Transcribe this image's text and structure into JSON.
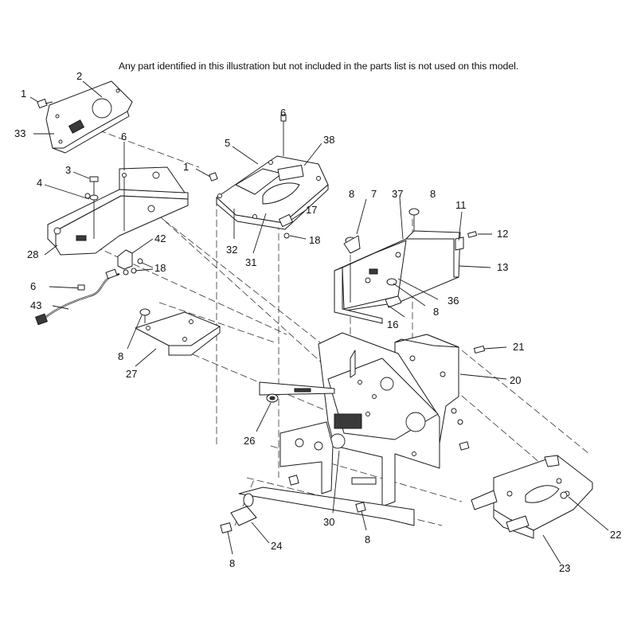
{
  "note": "Any part identified in this illustration but not included in the parts list is not used on this model.",
  "callouts": [
    {
      "id": "c1a",
      "label": "1"
    },
    {
      "id": "c2",
      "label": "2"
    },
    {
      "id": "c33",
      "label": "33"
    },
    {
      "id": "c6a",
      "label": "6"
    },
    {
      "id": "c3",
      "label": "3"
    },
    {
      "id": "c4",
      "label": "4"
    },
    {
      "id": "c28",
      "label": "28"
    },
    {
      "id": "c42",
      "label": "42"
    },
    {
      "id": "c18a",
      "label": "18"
    },
    {
      "id": "c6b",
      "label": "6"
    },
    {
      "id": "c43",
      "label": "43"
    },
    {
      "id": "c6c",
      "label": "6"
    },
    {
      "id": "c5",
      "label": "5"
    },
    {
      "id": "c38",
      "label": "38"
    },
    {
      "id": "c1b",
      "label": "1"
    },
    {
      "id": "c32",
      "label": "32"
    },
    {
      "id": "c31",
      "label": "31"
    },
    {
      "id": "c17",
      "label": "17"
    },
    {
      "id": "c18b",
      "label": "18"
    },
    {
      "id": "c8a",
      "label": "8"
    },
    {
      "id": "c7",
      "label": "7"
    },
    {
      "id": "c37",
      "label": "37"
    },
    {
      "id": "c8b",
      "label": "8"
    },
    {
      "id": "c11",
      "label": "11"
    },
    {
      "id": "c12",
      "label": "12"
    },
    {
      "id": "c13",
      "label": "13"
    },
    {
      "id": "c36",
      "label": "36"
    },
    {
      "id": "c8c",
      "label": "8"
    },
    {
      "id": "c16",
      "label": "16"
    },
    {
      "id": "c8d",
      "label": "8"
    },
    {
      "id": "c27",
      "label": "27"
    },
    {
      "id": "c21",
      "label": "21"
    },
    {
      "id": "c20",
      "label": "20"
    },
    {
      "id": "c26",
      "label": "26"
    },
    {
      "id": "c30",
      "label": "30"
    },
    {
      "id": "c8e",
      "label": "8"
    },
    {
      "id": "c24",
      "label": "24"
    },
    {
      "id": "c8f",
      "label": "8"
    },
    {
      "id": "c22",
      "label": "22"
    },
    {
      "id": "c23",
      "label": "23"
    }
  ]
}
